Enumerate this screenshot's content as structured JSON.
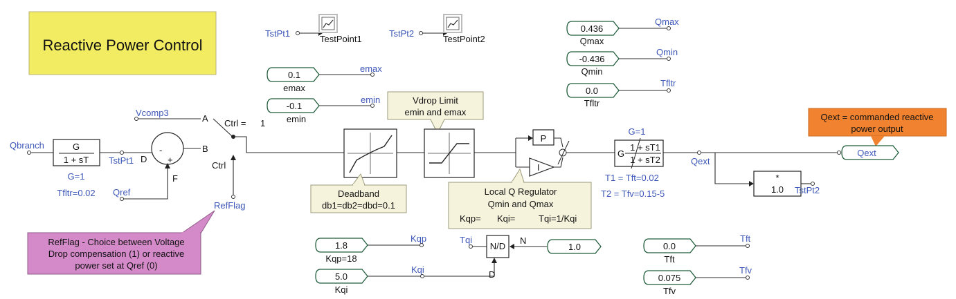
{
  "title": "Reactive Power Control",
  "testpoints": [
    {
      "signal": "TstPt1",
      "name": "TestPoint1"
    },
    {
      "signal": "TstPt2",
      "name": "TestPoint2"
    }
  ],
  "constants": {
    "emax": {
      "value": "0.1",
      "label": "emax",
      "signal": "emax"
    },
    "emin": {
      "value": "-0.1",
      "label": "emin",
      "signal": "emin"
    },
    "qmax": {
      "value": "0.436",
      "label": "Qmax",
      "signal": "Qmax"
    },
    "qmin": {
      "value": "-0.436",
      "label": "Qmin",
      "signal": "Qmin"
    },
    "tfltr": {
      "value": "0.0",
      "label": "Tfltr",
      "signal": "Tfltr"
    },
    "kqp": {
      "value": "1.8",
      "label": "Kqp=18",
      "signal": "Kqp"
    },
    "kqi": {
      "value": "5.0",
      "label": "Kqi",
      "signal": "Kqi"
    },
    "tft": {
      "value": "0.0",
      "label": "Tft",
      "signal": "Tft"
    },
    "tfv": {
      "value": "0.075",
      "label": "Tfv",
      "signal": "Tfv"
    },
    "nd_const": {
      "value": "1.0"
    }
  },
  "input": {
    "qbranch": "Qbranch",
    "vcomp": "Vcomp3",
    "qref": "Qref",
    "refflag": "RefFlag",
    "ctrl": "Ctrl"
  },
  "filter": {
    "num": "G",
    "den": "1 + sT",
    "gain": "G=1",
    "tc": "Tfltr=0.02",
    "out": "TstPt1",
    "port": "D"
  },
  "summer": {
    "minus": "-",
    "plus": "+",
    "port": "F"
  },
  "switch": {
    "a": "A",
    "b": "B",
    "ctrl_label": "Ctrl =",
    "ctrl_value": "1"
  },
  "nd": {
    "label": "N/D",
    "n": "N",
    "d": "D",
    "tqi": "Tqi"
  },
  "regulator": {
    "p": "P",
    "i": "I"
  },
  "leadlag": {
    "g": "G",
    "num": "1 + sT1",
    "den": "1 + sT2",
    "gain": "G=1",
    "t1": "T1 = Tft=0.02",
    "t2": "T2 = Tfv=0.15-5"
  },
  "mult": {
    "star": "*",
    "value": "1.0",
    "tp": "TstPt2"
  },
  "output": {
    "qext_node": "Qext",
    "qext": "Qext"
  },
  "callouts": {
    "vdrop_l1": "Vdrop Limit",
    "vdrop_l2": "emin and emax",
    "deadband_l1": "Deadband",
    "deadband_l2": "db1=db2=dbd=0.1",
    "localq_l1": "Local Q Regulator",
    "localq_l2": "Qmin and Qmax",
    "kqp": "Kqp=",
    "kqi": "Kqi=",
    "tqi": "Tqi=1/Kqi",
    "qext_l1": "Qext = commanded reactive",
    "qext_l2": "power output",
    "refflag_l1": "RefFlag - Choice between Voltage",
    "refflag_l2": "Drop compensation (1) or reactive",
    "refflag_l3": "power set at Qref (0)"
  },
  "colors": {
    "title_bg": "#f2ec63",
    "callout_bg": "#f6f3dc",
    "qext_bg": "#f08230",
    "refflag_bg": "#d48ac8",
    "signal_text": "#3d57b8",
    "pill_border": "#1f5c3a"
  }
}
